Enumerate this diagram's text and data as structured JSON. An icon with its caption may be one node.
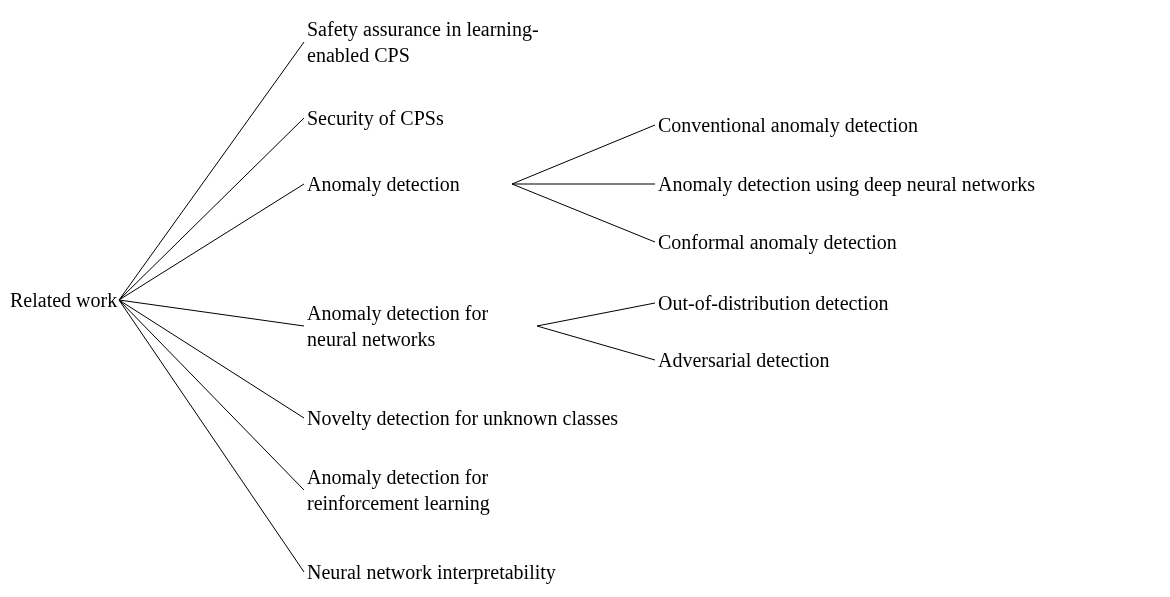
{
  "diagram": {
    "nodes": [
      {
        "text": [
          "Related work"
        ]
      },
      {
        "text": [
          "Safety assurance in learning-enabled CPS"
        ]
      },
      {
        "text": [
          "Security of CPSs"
        ]
      },
      {
        "text": [
          "Anomaly detection"
        ]
      },
      {
        "text": [
          "Conventional anomaly detection"
        ]
      },
      {
        "text": [
          "Anomaly detection using deep neural networks"
        ]
      },
      {
        "text": [
          "Conformal anomaly detection"
        ]
      },
      {
        "text": [
          "Anomaly detection for neural networks"
        ]
      },
      {
        "text": [
          "Out-of-distribution detection"
        ]
      },
      {
        "text": [
          "Adversarial detection"
        ]
      },
      {
        "text": [
          "Novelty detection for unknown classes"
        ]
      },
      {
        "text": [
          "Anomaly detection for reinforcement learning"
        ]
      },
      {
        "text": [
          "Neural network interpretability"
        ]
      }
    ],
    "edges": [
      {
        "from": 0,
        "to": 1,
        "arrow": "none"
      },
      {
        "from": 0,
        "to": 2,
        "arrow": "none"
      },
      {
        "from": 0,
        "to": 3,
        "arrow": "none"
      },
      {
        "from": 3,
        "to": 4,
        "arrow": "none"
      },
      {
        "from": 3,
        "to": 5,
        "arrow": "none"
      },
      {
        "from": 3,
        "to": 6,
        "arrow": "none"
      },
      {
        "from": 0,
        "to": 7,
        "arrow": "none"
      },
      {
        "from": 7,
        "to": 8,
        "arrow": "none"
      },
      {
        "from": 7,
        "to": 9,
        "arrow": "none"
      },
      {
        "from": 0,
        "to": 10,
        "arrow": "none"
      },
      {
        "from": 0,
        "to": 11,
        "arrow": "none"
      },
      {
        "from": 0,
        "to": 12,
        "arrow": "none"
      }
    ]
  }
}
